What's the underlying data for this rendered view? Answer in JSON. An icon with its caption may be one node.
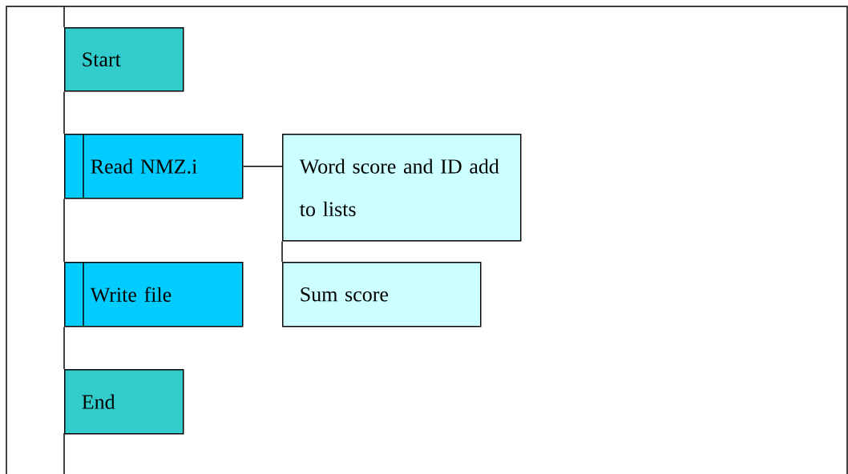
{
  "diagram": {
    "nodes": [
      {
        "text": [
          "Start"
        ]
      },
      {
        "text": [
          "Read NMZ.i"
        ]
      },
      {
        "text": [
          "Word score and ID add to lists"
        ]
      },
      {
        "text": [
          "Write file"
        ]
      },
      {
        "text": [
          "Sum score"
        ]
      },
      {
        "text": [
          "End"
        ]
      }
    ],
    "edges": [
      {
        "from": 0,
        "to": 1,
        "arrow": "none"
      },
      {
        "from": 1,
        "to": 3,
        "arrow": "none"
      },
      {
        "from": 3,
        "to": 5,
        "arrow": "none"
      },
      {
        "from": 1,
        "to": 2,
        "arrow": "none"
      },
      {
        "from": 2,
        "to": 4,
        "arrow": "none"
      }
    ]
  }
}
